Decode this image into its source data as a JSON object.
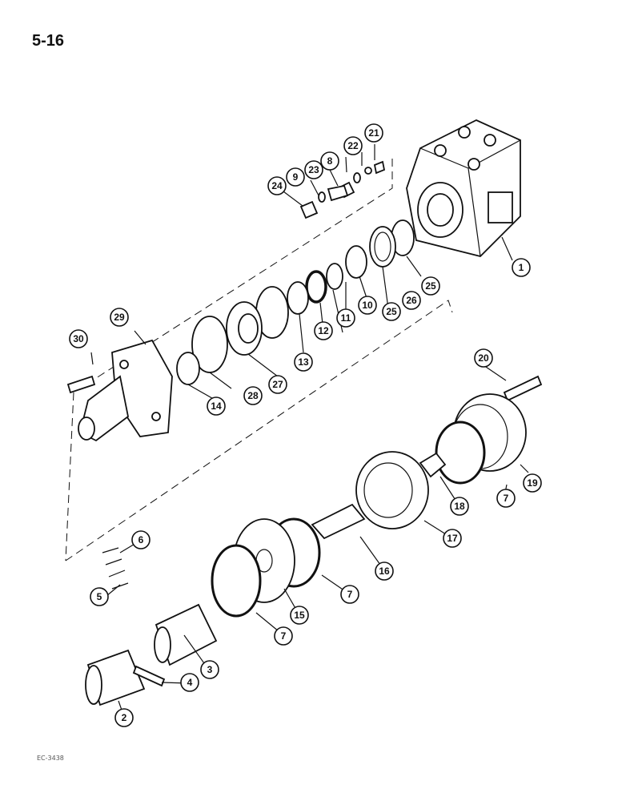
{
  "page_number": "5-16",
  "drawing_code": "EC-3438",
  "callouts": [
    {
      "id": "c1",
      "label": "1"
    },
    {
      "id": "c2",
      "label": "2"
    },
    {
      "id": "c3",
      "label": "3"
    },
    {
      "id": "c4",
      "label": "4"
    },
    {
      "id": "c5",
      "label": "5"
    },
    {
      "id": "c6",
      "label": "6"
    },
    {
      "id": "c7a",
      "label": "7"
    },
    {
      "id": "c7b",
      "label": "7"
    },
    {
      "id": "c7c",
      "label": "7"
    },
    {
      "id": "c8",
      "label": "8"
    },
    {
      "id": "c9",
      "label": "9"
    },
    {
      "id": "c10",
      "label": "10"
    },
    {
      "id": "c11",
      "label": "11"
    },
    {
      "id": "c12",
      "label": "12"
    },
    {
      "id": "c13",
      "label": "13"
    },
    {
      "id": "c14",
      "label": "14"
    },
    {
      "id": "c15",
      "label": "15"
    },
    {
      "id": "c16",
      "label": "16"
    },
    {
      "id": "c17",
      "label": "17"
    },
    {
      "id": "c18",
      "label": "18"
    },
    {
      "id": "c19",
      "label": "19"
    },
    {
      "id": "c20",
      "label": "20"
    },
    {
      "id": "c21",
      "label": "21"
    },
    {
      "id": "c22",
      "label": "22"
    },
    {
      "id": "c23",
      "label": "23"
    },
    {
      "id": "c24",
      "label": "24"
    },
    {
      "id": "c25a",
      "label": "25"
    },
    {
      "id": "c25b",
      "label": "25"
    },
    {
      "id": "c26",
      "label": "26"
    },
    {
      "id": "c27",
      "label": "27"
    },
    {
      "id": "c28",
      "label": "28"
    },
    {
      "id": "c29",
      "label": "29"
    },
    {
      "id": "c30",
      "label": "30"
    }
  ]
}
